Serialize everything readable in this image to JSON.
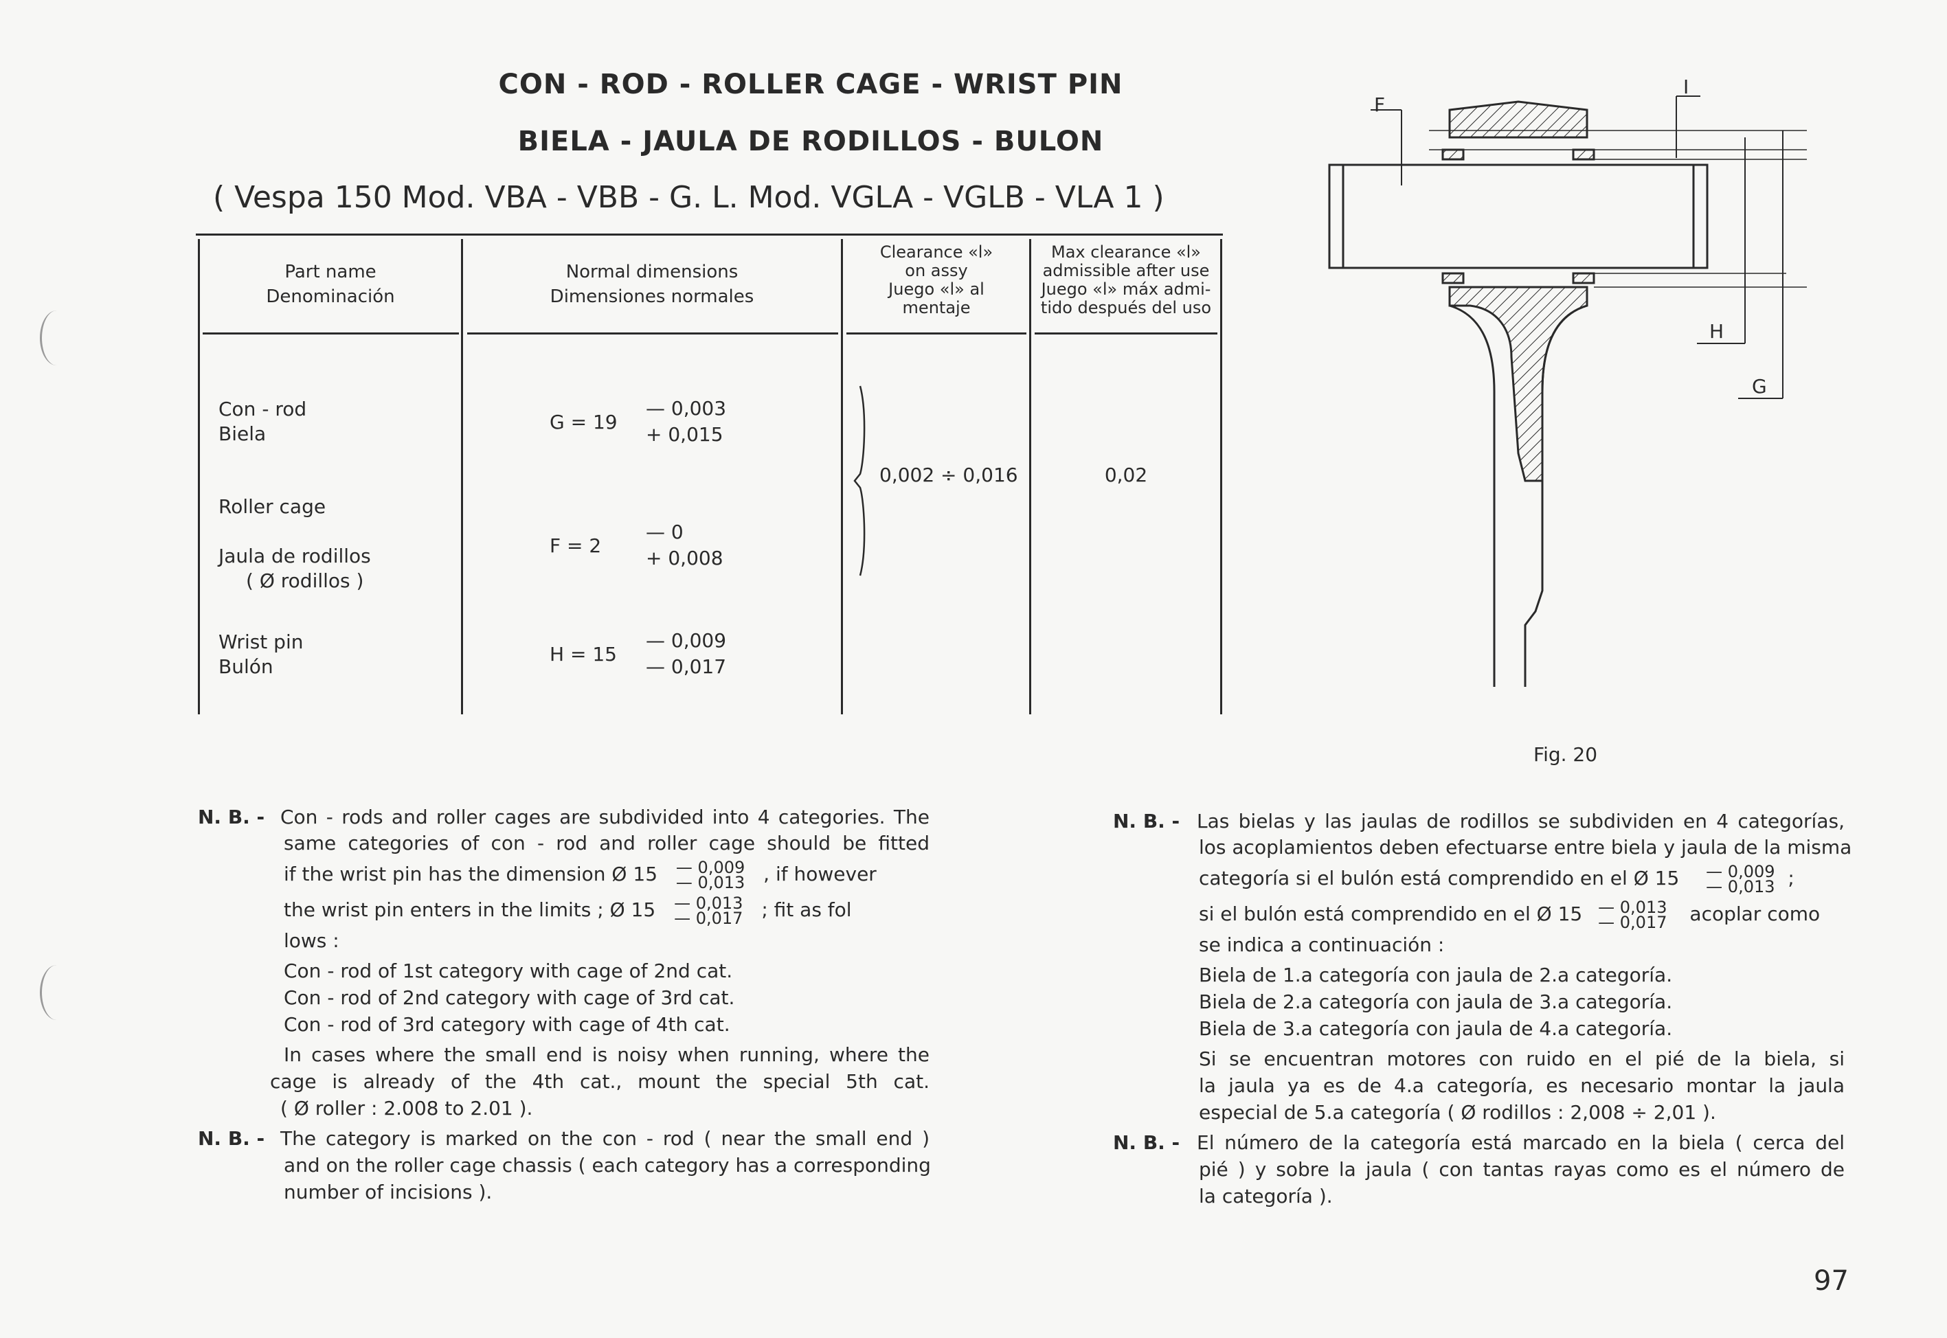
{
  "title": {
    "line1": "CON - ROD  -  ROLLER CAGE  -  WRIST PIN",
    "line2": "BIELA  -  JAULA  DE  RODILLOS  -  BULON",
    "line3": "( Vespa  150  Mod.  VBA  -  VBB  -  G.  L.  Mod.  VGLA  -  VGLB  -  VLA  1 )"
  },
  "table": {
    "headers": {
      "part_name": [
        "Part name",
        "Denominación"
      ],
      "normal_dimensions": [
        "Normal dimensions",
        "Dimensiones normales"
      ],
      "clearance": [
        "Clearance «l»",
        "on assy",
        "Juego «l» al",
        "mentaje"
      ],
      "max_clearance": [
        "Max clearance «l»",
        "admissible after use",
        "Juego «l» máx admi-",
        "tido después del uso"
      ]
    },
    "rows": [
      {
        "part": [
          "Con - rod",
          "Biela"
        ],
        "dim_main": "G  =  19",
        "tol": [
          "— 0,003",
          "+ 0,015"
        ]
      },
      {
        "part": [
          "Roller  cage",
          "Jaula  de  rodillos",
          "( Ø  rodillos )"
        ],
        "dim_main": "F  =  2",
        "tol": [
          "— 0",
          "+ 0,008"
        ]
      },
      {
        "part": [
          "Wrist  pin",
          "Bulón"
        ],
        "dim_main": "H  =  15",
        "tol": [
          "— 0,009",
          "— 0,017"
        ]
      }
    ],
    "clearance_value": "0,002 ÷ 0,016",
    "max_clearance_value": "0,02"
  },
  "figure": {
    "labels": {
      "F": "F",
      "I": "I",
      "H": "H",
      "G": "G"
    },
    "caption": "Fig.  20"
  },
  "notes_en": {
    "nb1": {
      "label": "N. B.  -",
      "lines": [
        "Con - rods  and  roller  cages  are  subdivided  into  4  categories.  The",
        "same  categories  of  con - rod  and  roller  cage  should  be  fitted"
      ],
      "dim_line1_pre": "if  the  wrist  pin  has  the  dimension  Ø  15",
      "frac1": [
        "— 0,009",
        "— 0,013"
      ],
      "dim_line1_post": ",  if  however",
      "dim_line2_pre": "the  wrist  pin  enters  in  the  limits ;  Ø  15",
      "frac2": [
        "— 0,013",
        "— 0,017"
      ],
      "dim_line2_post": ";  fit  as  fol",
      "tail": "lows :",
      "items": [
        "Con - rod  of  1st   category  with  cage  of  2nd  cat.",
        "Con - rod  of  2nd  category  with  cage  of  3rd  cat.",
        "Con - rod  of  3rd  category  with  cage  of  4th  cat."
      ],
      "para": [
        "In  cases  where  the  small  end  is  noisy  when  running,  where  the",
        "cage  is  already  of  the  4th  cat.,  mount  the  special  5th  cat.",
        "( Ø  roller :  2.008  to  2.01 )."
      ]
    },
    "nb2": {
      "label": "N. B.  -",
      "lines": [
        "The  category  is  marked  on  the  con - rod  ( near  the  small  end )",
        "and  on  the  roller  cage  chassis  ( each  category  has  a  corresponding",
        "number  of  incisions )."
      ]
    }
  },
  "notes_es": {
    "nb1": {
      "label": "N. B.  -",
      "lines": [
        "Las  bielas  y  las  jaulas  de  rodillos  se  subdividen  en  4  categorías,",
        "los  acoplamientos  deben  efectuarse  entre  biela  y  jaula  de  la  misma"
      ],
      "dim_line1_pre": "categoría  si  el  bulón  está  comprendido  en  el  Ø  15",
      "frac1": [
        "— 0,009",
        "— 0,013"
      ],
      "dim_line1_post": ";",
      "dim_line2_pre": "si  el  bulón  está  comprendido  en  el  Ø  15",
      "frac2": [
        "— 0,013",
        "— 0,017"
      ],
      "dim_line2_post": "acoplar  como",
      "tail": "se  indica  a  continuación :",
      "items": [
        "Biela  de  1.a  categoría  con  jaula  de  2.a  categoría.",
        "Biela  de  2.a  categoría  con  jaula  de  3.a  categoría.",
        "Biela  de  3.a  categoría  con  jaula  de  4.a  categoría."
      ],
      "para": [
        "Si  se  encuentran  motores  con  ruido  en  el  pié  de  la  biela,  si",
        "la  jaula  ya  es  de  4.a  categoría,  es  necesario  montar  la  jaula",
        "especial  de  5.a  categoría  ( Ø  rodillos :  2,008  ÷  2,01 )."
      ]
    },
    "nb2": {
      "label": "N. B.  -",
      "lines": [
        "El  número  de  la  categoría  está  marcado  en  la  biela  ( cerca  del",
        "pié )  y  sobre  la  jaula  ( con  tantas  rayas  como  es  el  número  de",
        "la  categoría )."
      ]
    }
  },
  "page_number": "97",
  "colors": {
    "ink": "#2a2a2a",
    "paper": "#f7f7f5"
  }
}
